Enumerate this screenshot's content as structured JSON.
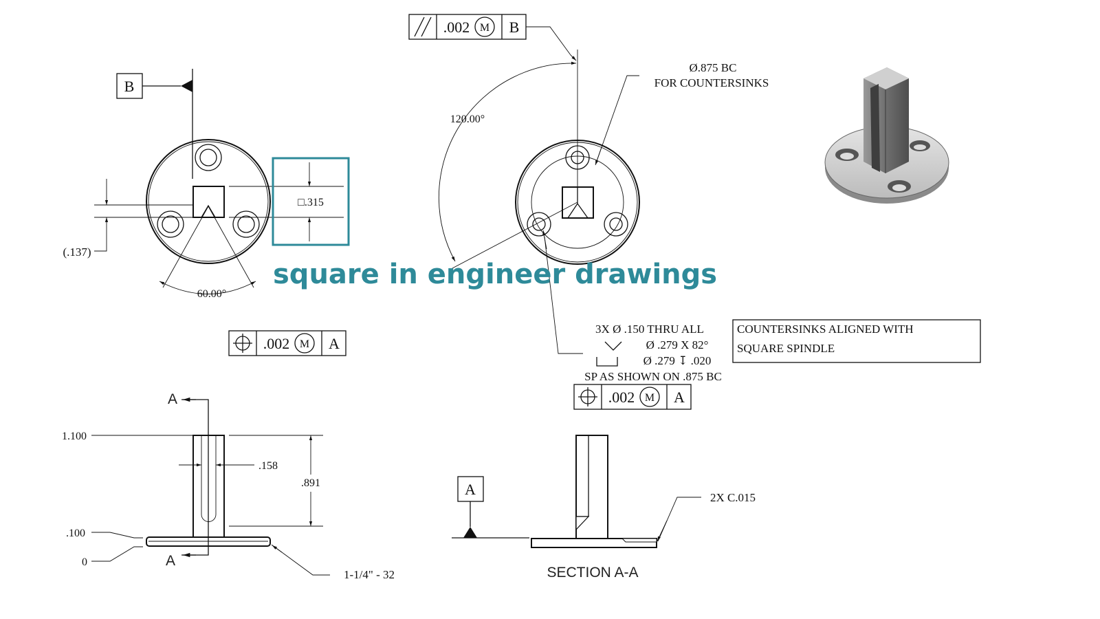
{
  "caption": "square in engineer drawings",
  "highlight_color": "#2e8a99",
  "top_left_view": {
    "datum_b": "B",
    "square_size": "□.315",
    "ref_dim": "(.137)",
    "angle": "60.00°",
    "position_fcf": {
      "tolerance": ".002",
      "modifier": "M",
      "datum": "A"
    }
  },
  "top_center_view": {
    "parallel_fcf": {
      "tolerance": ".002",
      "modifier": "M",
      "datum": "B"
    },
    "angle": "120.00°",
    "bolt_circle_line1": "Ø.875 BC",
    "bolt_circle_line2": "FOR COUNTERSINKS",
    "hole_callout": {
      "line1": "3X  Ø  .150 THRU ALL",
      "line2": "Ø  .279 X 82°",
      "line3": "Ø  .279  ↧  .020",
      "line4": "SP AS SHOWN ON .875 BC"
    },
    "position_fcf": {
      "tolerance": ".002",
      "modifier": "M",
      "datum": "A"
    },
    "note_line1": "COUNTERSINKS ALIGNED WITH",
    "note_line2": "SQUARE SPINDLE"
  },
  "side_view": {
    "section_mark_top": "A",
    "section_mark_bottom": "A",
    "dim_height": "1.100",
    "dim_slot": ".158",
    "dim_depth": ".891",
    "dim_flange": ".100",
    "dim_zero": "0",
    "thread": "1-1/4\" - 32"
  },
  "section_view": {
    "datum_a": "A",
    "chamfer": "2X C.015",
    "title": "SECTION A-A"
  }
}
